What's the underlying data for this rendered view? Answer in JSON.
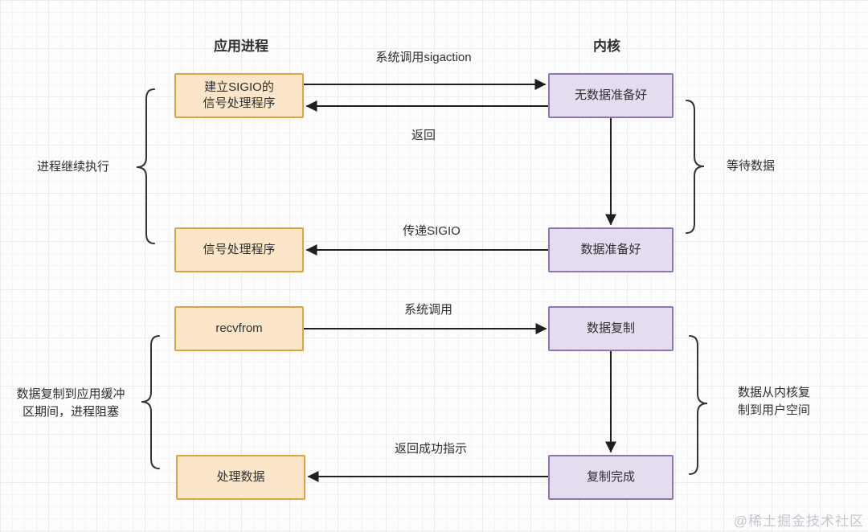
{
  "headers": {
    "app": "应用进程",
    "kernel": "内核"
  },
  "boxes": {
    "app": [
      {
        "label": "建立SIGIO的\n信号处理程序"
      },
      {
        "label": "信号处理程序"
      },
      {
        "label": "recvfrom"
      },
      {
        "label": "处理数据"
      }
    ],
    "kernel": [
      {
        "label": "无数据准备好"
      },
      {
        "label": "数据准备好"
      },
      {
        "label": "数据复制"
      },
      {
        "label": "复制完成"
      }
    ]
  },
  "arrow_labels": {
    "sigaction": "系统调用sigaction",
    "return": "返回",
    "deliver_sigio": "传递SIGIO",
    "syscall": "系统调用",
    "return_success": "返回成功指示"
  },
  "brace_labels": {
    "process_continues": "进程继续执行",
    "wait_data": "等待数据",
    "copy_blocking": "数据复制到应用缓冲\n区期间，进程阻塞",
    "kernel_to_user": "数据从内核复\n制到用户空间"
  },
  "watermark": "@稀土掘金技术社区",
  "colors": {
    "app_box_fill": "#FBE6C9",
    "app_box_border": "#DFA33F",
    "kernel_box_fill": "#E5DCEF",
    "kernel_box_border": "#8E76B4",
    "line": "#1F1F1F",
    "text": "#2F2F2F",
    "watermark": "#C3C7CB"
  }
}
